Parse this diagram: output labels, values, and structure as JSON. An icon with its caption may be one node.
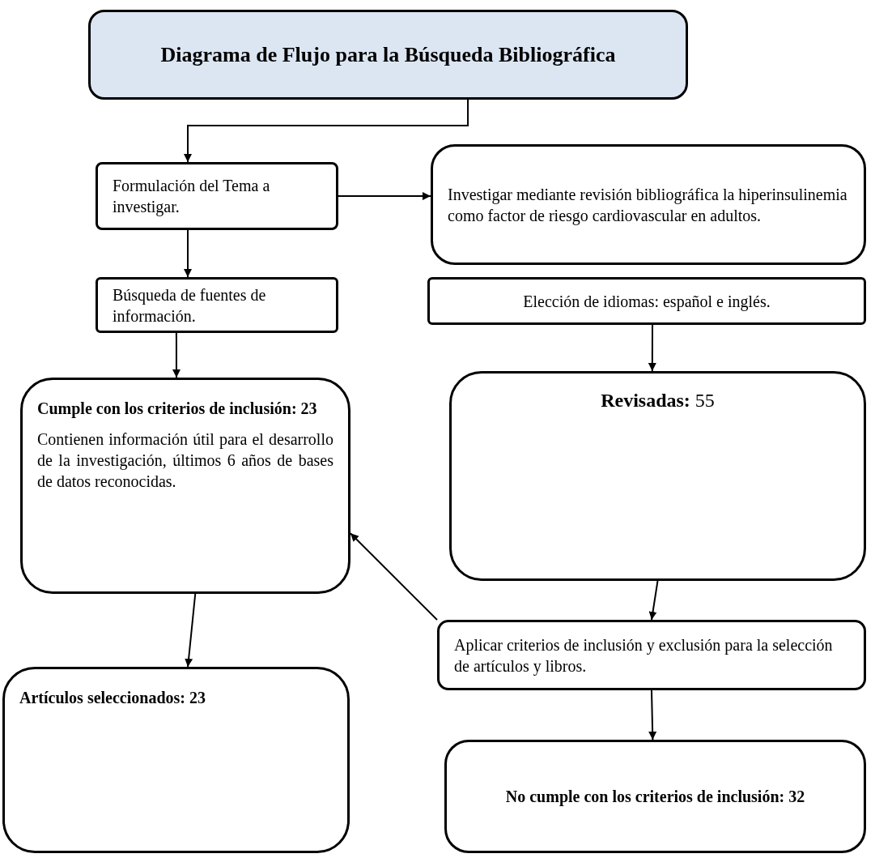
{
  "diagram": {
    "nodes": [
      {
        "text": [
          "Diagrama de Flujo para la Búsqueda Bibliográfica"
        ]
      },
      {
        "text": [
          "Formulación del Tema a investigar."
        ]
      },
      {
        "text": [
          "Investigar mediante revisión bibliográfica la hiperinsulinemia como factor de riesgo cardiovascular en adultos."
        ]
      },
      {
        "text": [
          "Búsqueda de fuentes de información."
        ]
      },
      {
        "text": [
          "Elección de idiomas: español e inglés."
        ]
      },
      {
        "text": [
          "Cumple con los criterios de inclusión: 23",
          "Contienen información útil para el desarrollo de la investigación, últimos 6 años de bases de datos reconocidas."
        ]
      },
      {
        "text": [
          "**Revisadas:** 55"
        ]
      },
      {
        "text": [
          "Aplicar criterios de inclusión y exclusión para la selección de artículos y libros."
        ]
      },
      {
        "text": [
          "Artículos seleccionados: 23"
        ]
      },
      {
        "text": [
          "No cumple con los criterios de inclusión: 32"
        ]
      }
    ],
    "edges": [
      {
        "from": 0,
        "to": 1,
        "arrow": "to"
      },
      {
        "from": 1,
        "to": 2,
        "arrow": "to"
      },
      {
        "from": 1,
        "to": 3,
        "arrow": "to"
      },
      {
        "from": 3,
        "to": 5,
        "arrow": "to"
      },
      {
        "from": 4,
        "to": 6,
        "arrow": "to"
      },
      {
        "from": 6,
        "to": 7,
        "arrow": "to"
      },
      {
        "from": 7,
        "to": 5,
        "arrow": "to"
      },
      {
        "from": 5,
        "to": 8,
        "arrow": "to"
      },
      {
        "from": 7,
        "to": 9,
        "arrow": "to"
      }
    ]
  }
}
